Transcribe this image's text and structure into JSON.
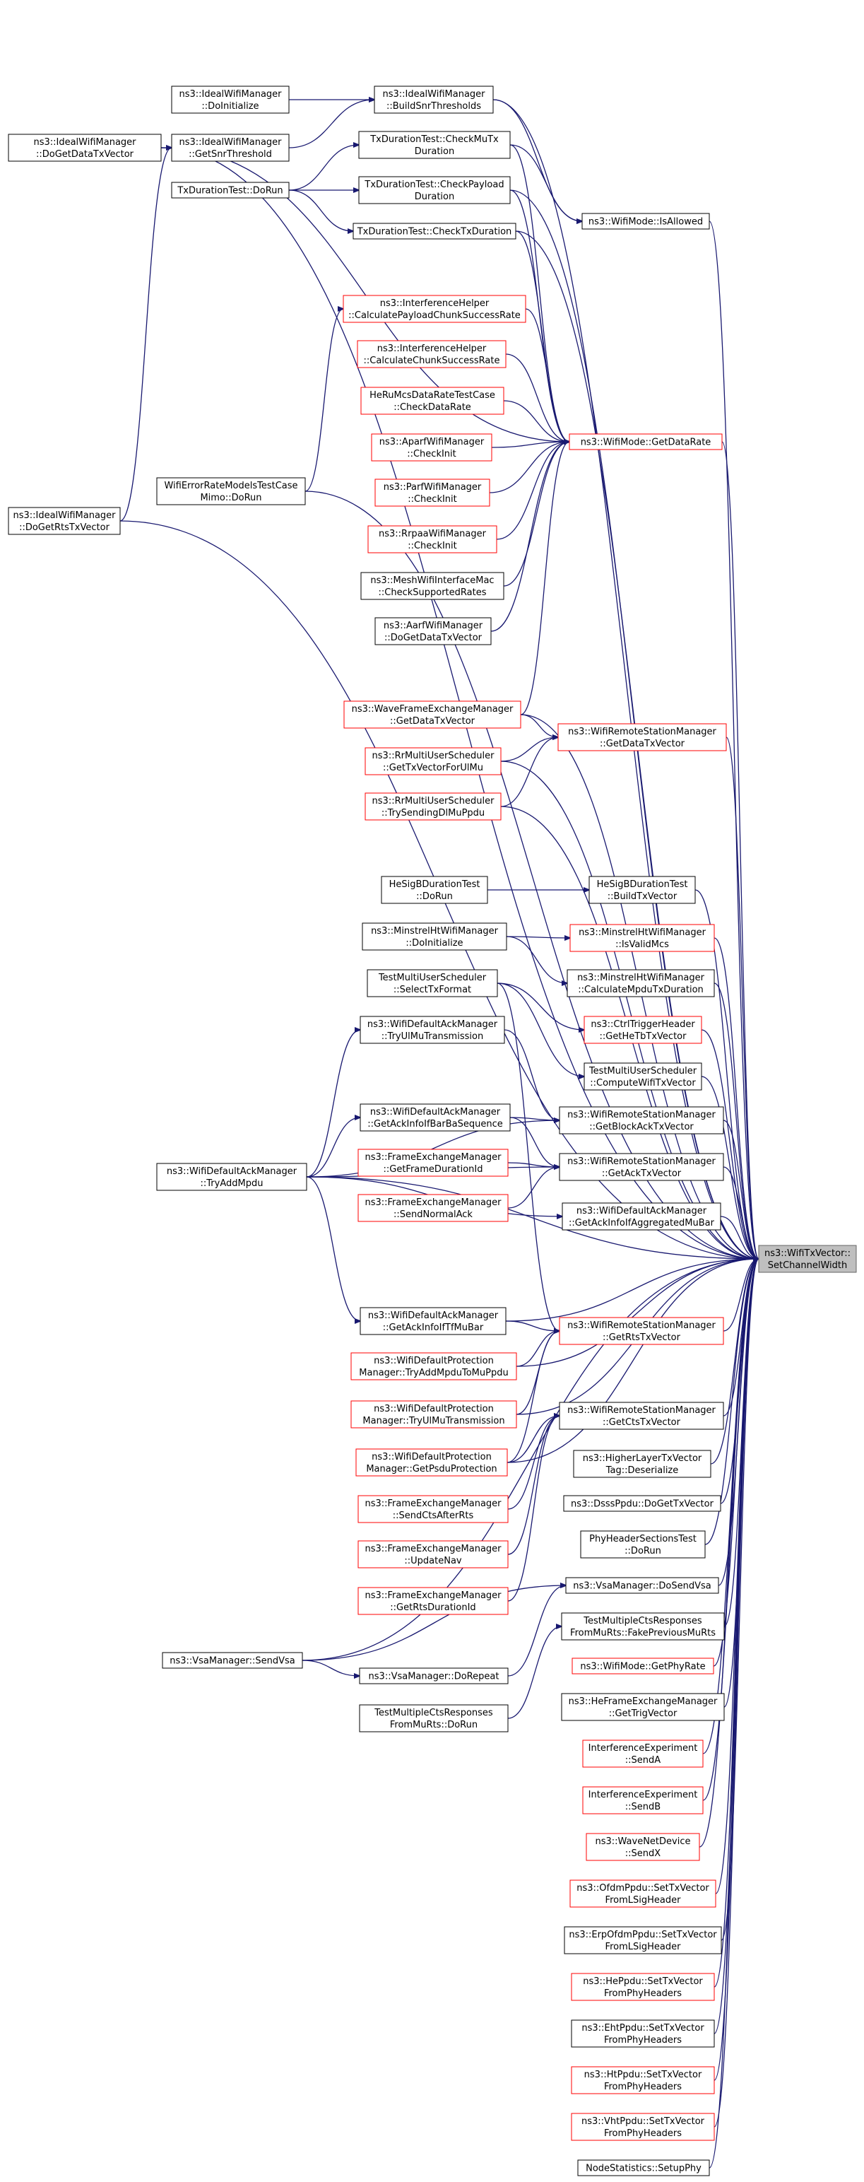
{
  "colors": {
    "edge": "#191970",
    "border_default": "#000000",
    "border_red": "#ff0000",
    "focus_fill": "#bfbfbf",
    "focus_border": "#666666",
    "node_fill": "#ffffff"
  },
  "focus": {
    "id": "F",
    "lines": [
      "ns3::WifiTxVector::",
      "SetChannelWidth"
    ]
  },
  "nodes": [
    {
      "id": "A1",
      "lines": [
        "ns3::IdealWifiManager",
        "::DoGetDataTxVector"
      ],
      "border": "black"
    },
    {
      "id": "A2",
      "lines": [
        "ns3::IdealWifiManager",
        "::DoGetRtsTxVector"
      ],
      "border": "black"
    },
    {
      "id": "A3",
      "lines": [
        "WifiErrorRateModelsTestCase",
        "Mimo::DoRun"
      ],
      "border": "black"
    },
    {
      "id": "A4",
      "lines": [
        "ns3::WifiDefaultAckManager",
        "::TryAddMpdu"
      ],
      "border": "black"
    },
    {
      "id": "A5",
      "lines": [
        "ns3::VsaManager::SendVsa"
      ],
      "border": "black"
    },
    {
      "id": "B1",
      "lines": [
        "ns3::IdealWifiManager",
        "::DoInitialize"
      ],
      "border": "black"
    },
    {
      "id": "B2",
      "lines": [
        "ns3::IdealWifiManager",
        "::GetSnrThreshold"
      ],
      "border": "black"
    },
    {
      "id": "B3",
      "lines": [
        "TxDurationTest::DoRun"
      ],
      "border": "black"
    },
    {
      "id": "C1",
      "lines": [
        "ns3::IdealWifiManager",
        "::BuildSnrThresholds"
      ],
      "border": "black"
    },
    {
      "id": "C2",
      "lines": [
        "TxDurationTest::CheckMuTx",
        "Duration"
      ],
      "border": "black"
    },
    {
      "id": "C3",
      "lines": [
        "TxDurationTest::CheckPayload",
        "Duration"
      ],
      "border": "black"
    },
    {
      "id": "C4",
      "lines": [
        "TxDurationTest::CheckTxDuration"
      ],
      "border": "black"
    },
    {
      "id": "C5",
      "lines": [
        "ns3::InterferenceHelper",
        "::CalculatePayloadChunkSuccessRate"
      ],
      "border": "red"
    },
    {
      "id": "C6",
      "lines": [
        "ns3::InterferenceHelper",
        "::CalculateChunkSuccessRate"
      ],
      "border": "red"
    },
    {
      "id": "C7",
      "lines": [
        "HeRuMcsDataRateTestCase",
        "::CheckDataRate"
      ],
      "border": "red"
    },
    {
      "id": "C8",
      "lines": [
        "ns3::AparfWifiManager",
        "::CheckInit"
      ],
      "border": "red"
    },
    {
      "id": "C9",
      "lines": [
        "ns3::ParfWifiManager",
        "::CheckInit"
      ],
      "border": "red"
    },
    {
      "id": "C10",
      "lines": [
        "ns3::RrpaaWifiManager",
        "::CheckInit"
      ],
      "border": "red"
    },
    {
      "id": "C11",
      "lines": [
        "ns3::MeshWifiInterfaceMac",
        "::CheckSupportedRates"
      ],
      "border": "black"
    },
    {
      "id": "C12",
      "lines": [
        "ns3::AarfWifiManager",
        "::DoGetDataTxVector"
      ],
      "border": "black"
    },
    {
      "id": "C13",
      "lines": [
        "ns3::WaveFrameExchangeManager",
        "::GetDataTxVector"
      ],
      "border": "red"
    },
    {
      "id": "C14",
      "lines": [
        "ns3::RrMultiUserScheduler",
        "::GetTxVectorForUlMu"
      ],
      "border": "red"
    },
    {
      "id": "C15",
      "lines": [
        "ns3::RrMultiUserScheduler",
        "::TrySendingDlMuPpdu"
      ],
      "border": "red"
    },
    {
      "id": "C16",
      "lines": [
        "HeSigBDurationTest",
        "::DoRun"
      ],
      "border": "black"
    },
    {
      "id": "C17",
      "lines": [
        "ns3::MinstrelHtWifiManager",
        "::DoInitialize"
      ],
      "border": "black"
    },
    {
      "id": "C18",
      "lines": [
        "TestMultiUserScheduler",
        "::SelectTxFormat"
      ],
      "border": "black"
    },
    {
      "id": "C19",
      "lines": [
        "ns3::WifiDefaultAckManager",
        "::TryUlMuTransmission"
      ],
      "border": "black"
    },
    {
      "id": "C20",
      "lines": [
        "ns3::WifiDefaultAckManager",
        "::GetAckInfoIfBarBaSequence"
      ],
      "border": "black"
    },
    {
      "id": "C21",
      "lines": [
        "ns3::FrameExchangeManager",
        "::GetFrameDurationId"
      ],
      "border": "red"
    },
    {
      "id": "C22",
      "lines": [
        "ns3::FrameExchangeManager",
        "::SendNormalAck"
      ],
      "border": "red"
    },
    {
      "id": "C23",
      "lines": [
        "ns3::WifiDefaultAckManager",
        "::GetAckInfoIfTfMuBar"
      ],
      "border": "black"
    },
    {
      "id": "C24",
      "lines": [
        "ns3::WifiDefaultProtection",
        "Manager::TryAddMpduToMuPpdu"
      ],
      "border": "red"
    },
    {
      "id": "C25",
      "lines": [
        "ns3::WifiDefaultProtection",
        "Manager::TryUlMuTransmission"
      ],
      "border": "red"
    },
    {
      "id": "C26",
      "lines": [
        "ns3::WifiDefaultProtection",
        "Manager::GetPsduProtection"
      ],
      "border": "red"
    },
    {
      "id": "C27",
      "lines": [
        "ns3::FrameExchangeManager",
        "::SendCtsAfterRts"
      ],
      "border": "red"
    },
    {
      "id": "C28",
      "lines": [
        "ns3::FrameExchangeManager",
        "::UpdateNav"
      ],
      "border": "red"
    },
    {
      "id": "C29",
      "lines": [
        "ns3::FrameExchangeManager",
        "::GetRtsDurationId"
      ],
      "border": "red"
    },
    {
      "id": "C30",
      "lines": [
        "ns3::VsaManager::DoRepeat"
      ],
      "border": "black"
    },
    {
      "id": "C31",
      "lines": [
        "TestMultipleCtsResponses",
        "FromMuRts::DoRun"
      ],
      "border": "black"
    },
    {
      "id": "D1",
      "lines": [
        "ns3::WifiMode::IsAllowed"
      ],
      "border": "black"
    },
    {
      "id": "D2",
      "lines": [
        "ns3::WifiMode::GetDataRate"
      ],
      "border": "red"
    },
    {
      "id": "D3",
      "lines": [
        "ns3::WifiRemoteStationManager",
        "::GetDataTxVector"
      ],
      "border": "red"
    },
    {
      "id": "D4",
      "lines": [
        "HeSigBDurationTest",
        "::BuildTxVector"
      ],
      "border": "black"
    },
    {
      "id": "D5",
      "lines": [
        "ns3::MinstrelHtWifiManager",
        "::IsValidMcs"
      ],
      "border": "red"
    },
    {
      "id": "D6",
      "lines": [
        "ns3::MinstrelHtWifiManager",
        "::CalculateMpduTxDuration"
      ],
      "border": "black"
    },
    {
      "id": "D7",
      "lines": [
        "ns3::CtrlTriggerHeader",
        "::GetHeTbTxVector"
      ],
      "border": "red"
    },
    {
      "id": "D8",
      "lines": [
        "TestMultiUserScheduler",
        "::ComputeWifiTxVector"
      ],
      "border": "black"
    },
    {
      "id": "D9",
      "lines": [
        "ns3::WifiRemoteStationManager",
        "::GetBlockAckTxVector"
      ],
      "border": "black"
    },
    {
      "id": "D10",
      "lines": [
        "ns3::WifiRemoteStationManager",
        "::GetAckTxVector"
      ],
      "border": "black"
    },
    {
      "id": "D11",
      "lines": [
        "ns3::WifiDefaultAckManager",
        "::GetAckInfoIfAggregatedMuBar"
      ],
      "border": "black"
    },
    {
      "id": "D12",
      "lines": [
        "ns3::WifiRemoteStationManager",
        "::GetRtsTxVector"
      ],
      "border": "red"
    },
    {
      "id": "D13",
      "lines": [
        "ns3::WifiRemoteStationManager",
        "::GetCtsTxVector"
      ],
      "border": "black"
    },
    {
      "id": "D14",
      "lines": [
        "ns3::HigherLayerTxVector",
        "Tag::Deserialize"
      ],
      "border": "black"
    },
    {
      "id": "D15",
      "lines": [
        "ns3::DsssPpdu::DoGetTxVector"
      ],
      "border": "black"
    },
    {
      "id": "D16",
      "lines": [
        "PhyHeaderSectionsTest",
        "::DoRun"
      ],
      "border": "black"
    },
    {
      "id": "D17",
      "lines": [
        "ns3::VsaManager::DoSendVsa"
      ],
      "border": "black"
    },
    {
      "id": "D18",
      "lines": [
        "TestMultipleCtsResponses",
        "FromMuRts::FakePreviousMuRts"
      ],
      "border": "black"
    },
    {
      "id": "D19",
      "lines": [
        "ns3::WifiMode::GetPhyRate"
      ],
      "border": "red"
    },
    {
      "id": "D20",
      "lines": [
        "ns3::HeFrameExchangeManager",
        "::GetTrigVector"
      ],
      "border": "black"
    },
    {
      "id": "D21",
      "lines": [
        "InterferenceExperiment",
        "::SendA"
      ],
      "border": "red"
    },
    {
      "id": "D22",
      "lines": [
        "InterferenceExperiment",
        "::SendB"
      ],
      "border": "red"
    },
    {
      "id": "D23",
      "lines": [
        "ns3::WaveNetDevice",
        "::SendX"
      ],
      "border": "red"
    },
    {
      "id": "D24",
      "lines": [
        "ns3::OfdmPpdu::SetTxVector",
        "FromLSigHeader"
      ],
      "border": "red"
    },
    {
      "id": "D25",
      "lines": [
        "ns3::ErpOfdmPpdu::SetTxVector",
        "FromLSigHeader"
      ],
      "border": "black"
    },
    {
      "id": "D26",
      "lines": [
        "ns3::HePpdu::SetTxVector",
        "FromPhyHeaders"
      ],
      "border": "red"
    },
    {
      "id": "D27",
      "lines": [
        "ns3::EhtPpdu::SetTxVector",
        "FromPhyHeaders"
      ],
      "border": "black"
    },
    {
      "id": "D28",
      "lines": [
        "ns3::HtPpdu::SetTxVector",
        "FromPhyHeaders"
      ],
      "border": "red"
    },
    {
      "id": "D29",
      "lines": [
        "ns3::VhtPpdu::SetTxVector",
        "FromPhyHeaders"
      ],
      "border": "red"
    },
    {
      "id": "D30",
      "lines": [
        "NodeStatistics::SetupPhy"
      ],
      "border": "black"
    }
  ],
  "edges": [
    [
      "A1",
      "F"
    ],
    [
      "A2",
      "F"
    ],
    [
      "A3",
      "F"
    ],
    [
      "A4",
      "F"
    ],
    [
      "A5",
      "F"
    ],
    [
      "B1",
      "C1"
    ],
    [
      "B2",
      "C1"
    ],
    [
      "A1",
      "B2"
    ],
    [
      "A2",
      "B2"
    ],
    [
      "A1",
      "D2"
    ],
    [
      "B3",
      "C2"
    ],
    [
      "B3",
      "C3"
    ],
    [
      "B3",
      "C4"
    ],
    [
      "C1",
      "D1"
    ],
    [
      "C1",
      "F"
    ],
    [
      "C2",
      "D1"
    ],
    [
      "C2",
      "D2"
    ],
    [
      "C3",
      "D2"
    ],
    [
      "C3",
      "F"
    ],
    [
      "C4",
      "D2"
    ],
    [
      "C4",
      "F"
    ],
    [
      "C5",
      "D2"
    ],
    [
      "A3",
      "C5"
    ],
    [
      "C6",
      "D2"
    ],
    [
      "C7",
      "D2"
    ],
    [
      "C8",
      "D2"
    ],
    [
      "C9",
      "D2"
    ],
    [
      "C10",
      "D2"
    ],
    [
      "C11",
      "D2"
    ],
    [
      "C12",
      "D2"
    ],
    [
      "C13",
      "D2"
    ],
    [
      "C13",
      "D3"
    ],
    [
      "C13",
      "F"
    ],
    [
      "C14",
      "D3"
    ],
    [
      "C14",
      "F"
    ],
    [
      "C15",
      "D3"
    ],
    [
      "C15",
      "F"
    ],
    [
      "D1",
      "F"
    ],
    [
      "D2",
      "F"
    ],
    [
      "D3",
      "F"
    ],
    [
      "C16",
      "D4"
    ],
    [
      "D4",
      "F"
    ],
    [
      "C17",
      "D5"
    ],
    [
      "C17",
      "D6"
    ],
    [
      "D5",
      "F"
    ],
    [
      "D6",
      "F"
    ],
    [
      "C18",
      "D7"
    ],
    [
      "C18",
      "D8"
    ],
    [
      "C18",
      "D12"
    ],
    [
      "D7",
      "F"
    ],
    [
      "D8",
      "F"
    ],
    [
      "A4",
      "C19"
    ],
    [
      "A4",
      "C20"
    ],
    [
      "A4",
      "C23"
    ],
    [
      "A4",
      "D9"
    ],
    [
      "A4",
      "D10"
    ],
    [
      "A4",
      "D11"
    ],
    [
      "C19",
      "D9"
    ],
    [
      "C20",
      "D9"
    ],
    [
      "C20",
      "D10"
    ],
    [
      "C21",
      "D10"
    ],
    [
      "C22",
      "D10"
    ],
    [
      "D9",
      "F"
    ],
    [
      "D10",
      "F"
    ],
    [
      "D11",
      "F"
    ],
    [
      "C23",
      "F"
    ],
    [
      "C23",
      "D12"
    ],
    [
      "C24",
      "D12"
    ],
    [
      "C25",
      "D12"
    ],
    [
      "C26",
      "D12"
    ],
    [
      "C24",
      "F"
    ],
    [
      "C25",
      "F"
    ],
    [
      "C26",
      "F"
    ],
    [
      "D12",
      "F"
    ],
    [
      "C26",
      "D13"
    ],
    [
      "C27",
      "D13"
    ],
    [
      "C28",
      "D13"
    ],
    [
      "C29",
      "D13"
    ],
    [
      "D13",
      "F"
    ],
    [
      "D14",
      "F"
    ],
    [
      "D15",
      "F"
    ],
    [
      "D16",
      "F"
    ],
    [
      "A5",
      "C30"
    ],
    [
      "A5",
      "D17"
    ],
    [
      "C30",
      "D17"
    ],
    [
      "D17",
      "F"
    ],
    [
      "C31",
      "D18"
    ],
    [
      "D18",
      "F"
    ],
    [
      "D19",
      "F"
    ],
    [
      "D20",
      "F"
    ],
    [
      "D21",
      "F"
    ],
    [
      "D22",
      "F"
    ],
    [
      "D23",
      "F"
    ],
    [
      "D24",
      "F"
    ],
    [
      "D25",
      "F"
    ],
    [
      "D26",
      "F"
    ],
    [
      "D27",
      "F"
    ],
    [
      "D28",
      "F"
    ],
    [
      "D29",
      "F"
    ],
    [
      "D30",
      "F"
    ]
  ]
}
